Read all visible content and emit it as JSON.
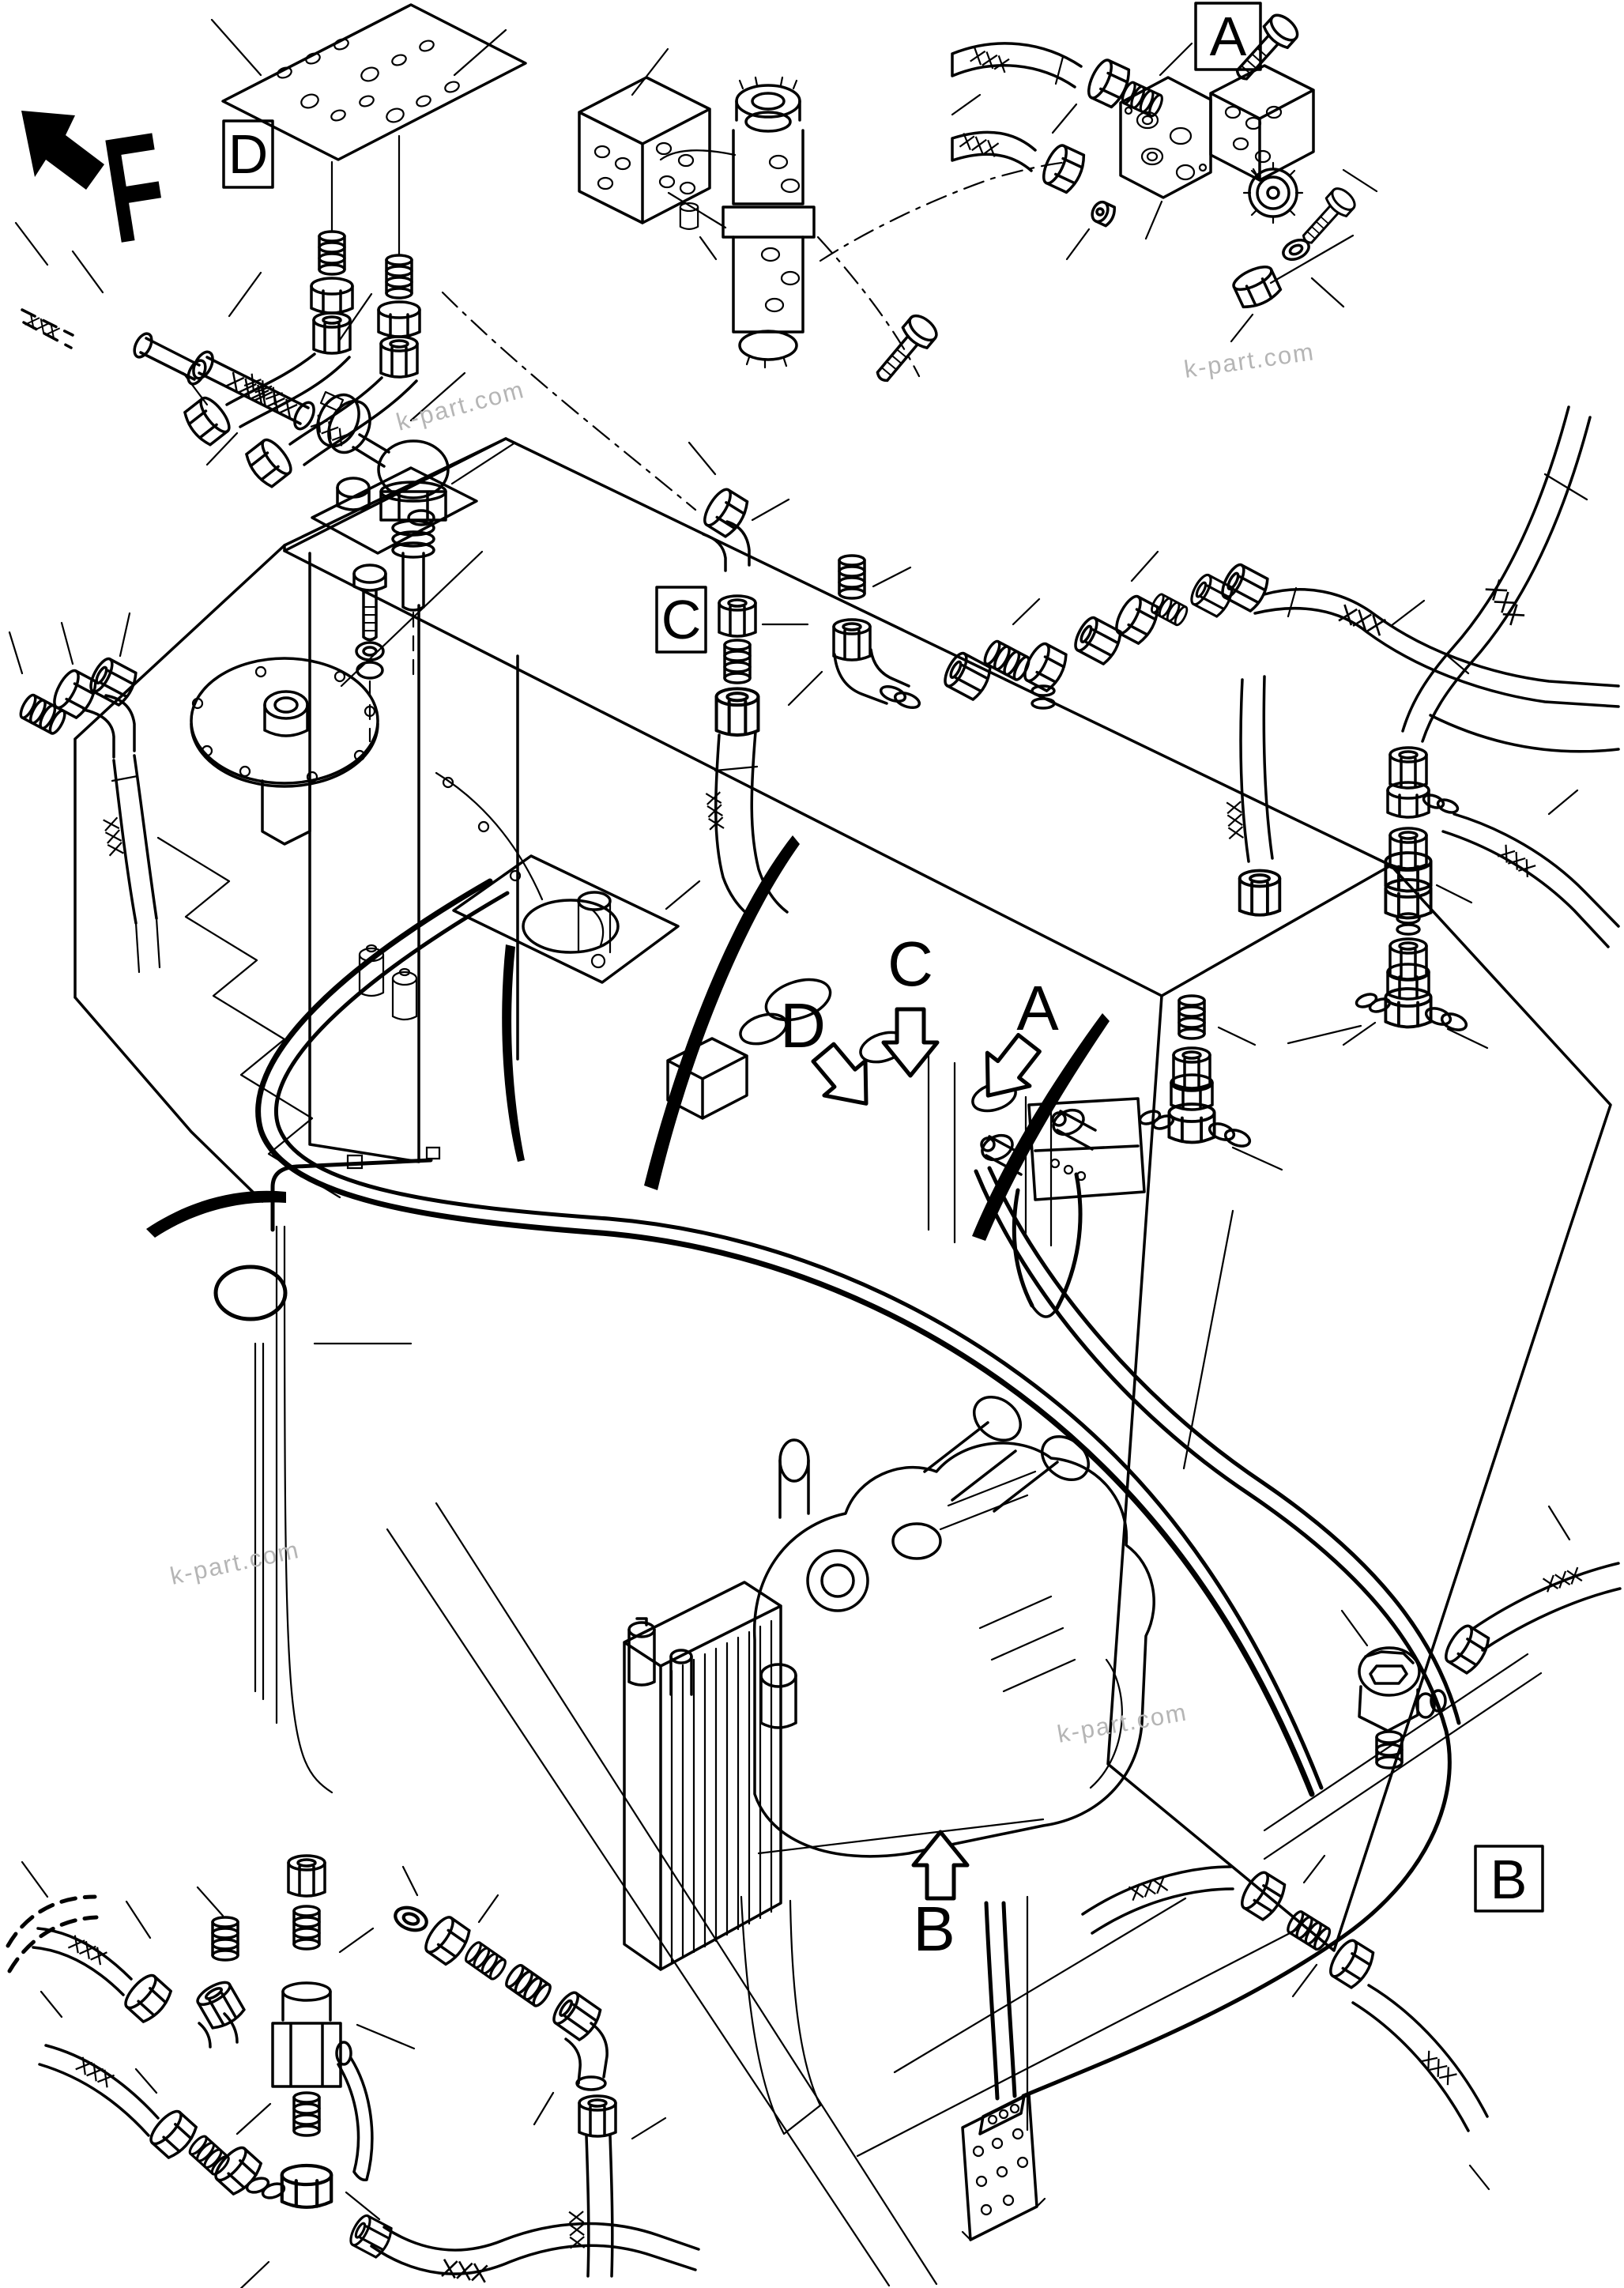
{
  "page": {
    "background": "#ffffff",
    "ink": "#000000",
    "watermark_color": "#b5b5b5"
  },
  "view_marker": {
    "letter": "F"
  },
  "boxed_labels": {
    "a": "A",
    "b": "B",
    "c": "C",
    "d": "D"
  },
  "arrow_labels": {
    "a": "A",
    "b": "B",
    "c": "C",
    "d": "D"
  },
  "watermarks": [
    {
      "text": "k-part.com"
    },
    {
      "text": "k-part.com"
    },
    {
      "text": "k-part.com"
    },
    {
      "text": "k-part.com"
    }
  ]
}
